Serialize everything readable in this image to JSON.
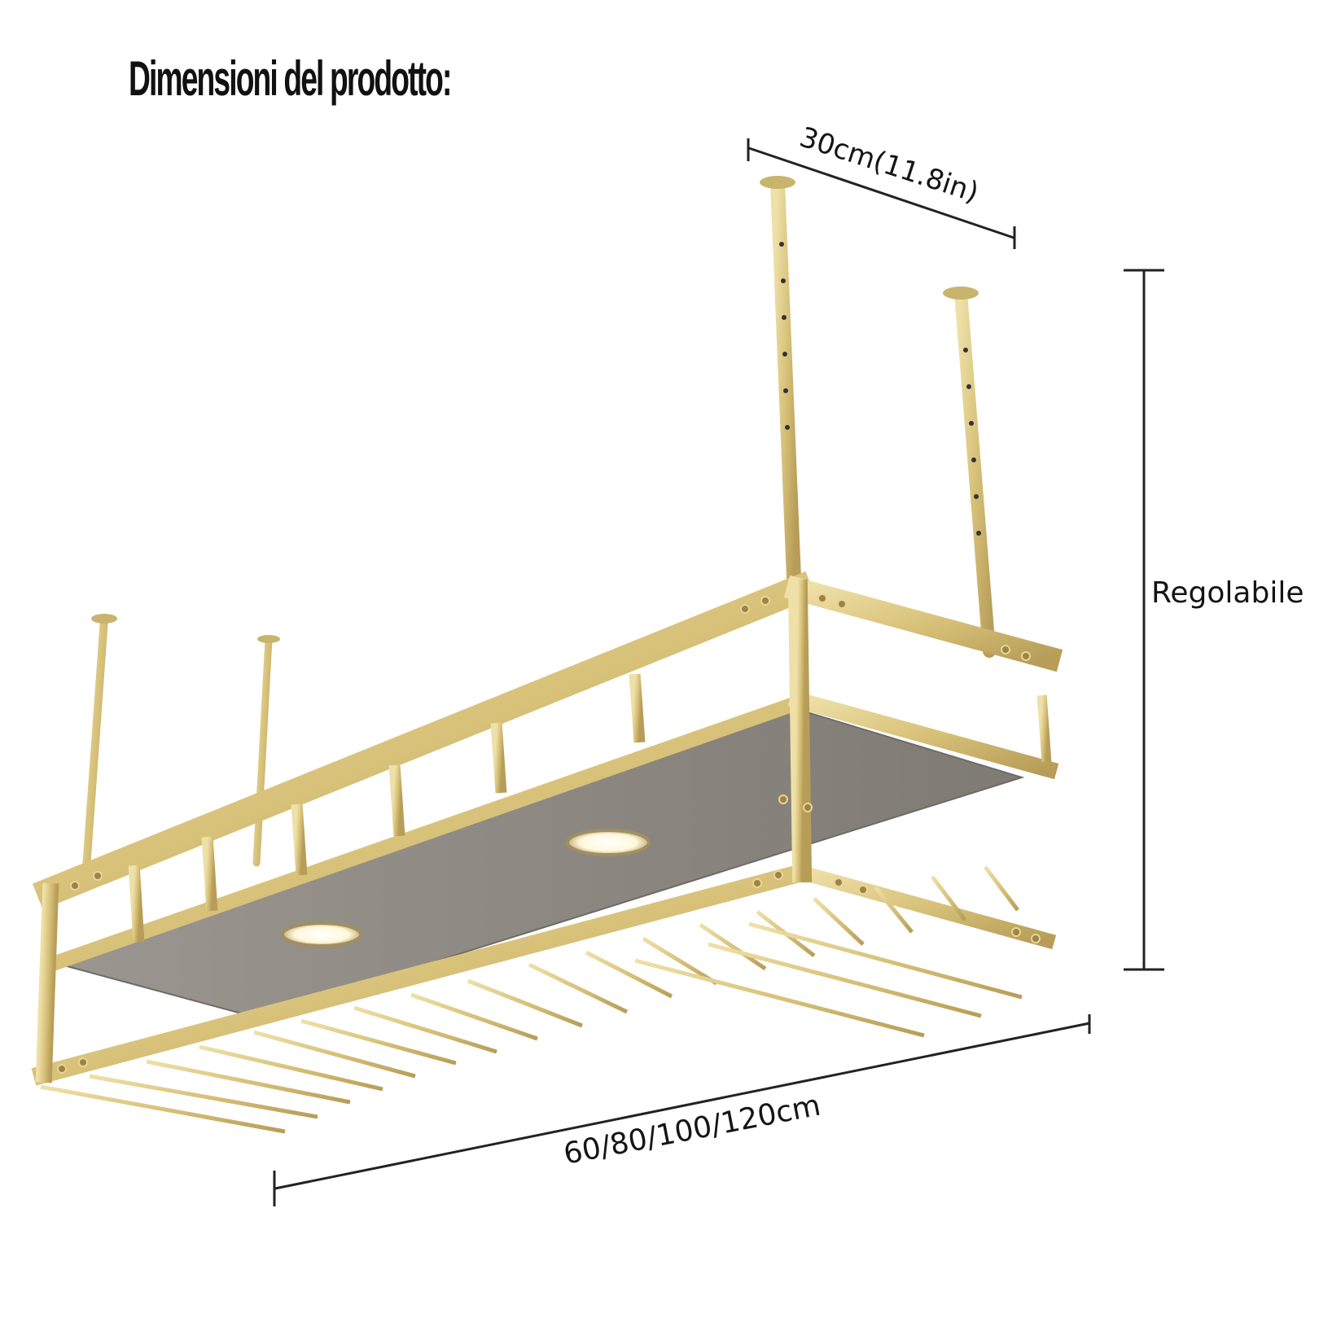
{
  "title": "Dimensioni del prodotto:",
  "dimensions": {
    "depth_label": "30cm(11.8in)",
    "height_label": "Regolabile",
    "length_label": "60/80/100/120cm"
  },
  "colors": {
    "gold": "#d8c27a",
    "gold_dark": "#a8904a",
    "panel": "#8f8b84",
    "light": "#f7f4e6",
    "dimension_line": "#222222"
  }
}
